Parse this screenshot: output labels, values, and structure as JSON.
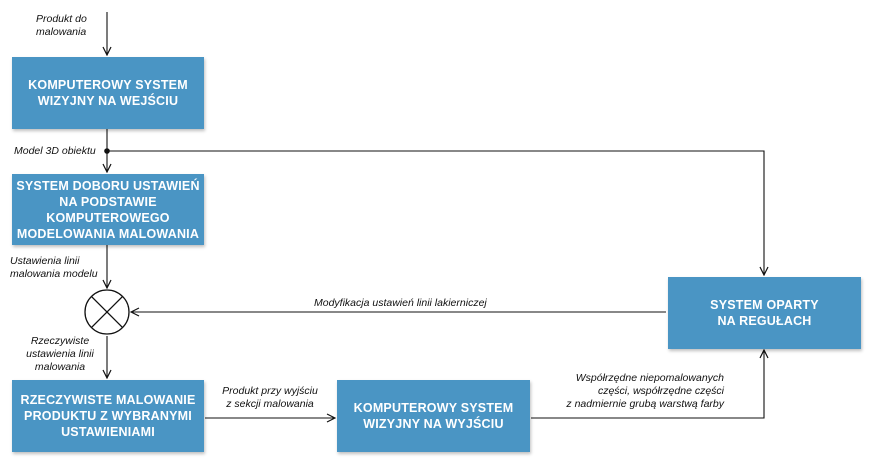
{
  "boxes": {
    "input_vision": "KOMPUTEROWY SYSTEM\nWIZYJNY NA WEJŚCIU",
    "settings_selection": "SYSTEM DOBORU USTAWIEŃ\nNA PODSTAWIE KOMPUTEROWEGO\nMODELOWANIA MALOWANIA",
    "actual_painting": "RZECZYWISTE MALOWANIE\nPRODUKTU Z WYBRANYMI\nUSTAWIENIAMI",
    "output_vision": "KOMPUTEROWY SYSTEM\nWIZYJNY NA WYJŚCIU",
    "rule_system": "SYSTEM OPARTY\nNA REGUŁACH"
  },
  "labels": {
    "product_in": "Produkt do\nmalowania",
    "model_3d": "Model 3D obiektu",
    "line_settings": "Ustawienia linii\nmalowania modelu",
    "actual_settings": "Rzeczywiste\nustawienia linii\nmalowania",
    "product_out": "Produkt przy wyjściu\nz sekcji malowania",
    "modification": "Modyfikacja ustawień linii lakierniczej",
    "coordinates": "Współrzędne niepomalowanych\nczęści, współrzędne części\nz nadmiernie grubą warstwą farby"
  }
}
